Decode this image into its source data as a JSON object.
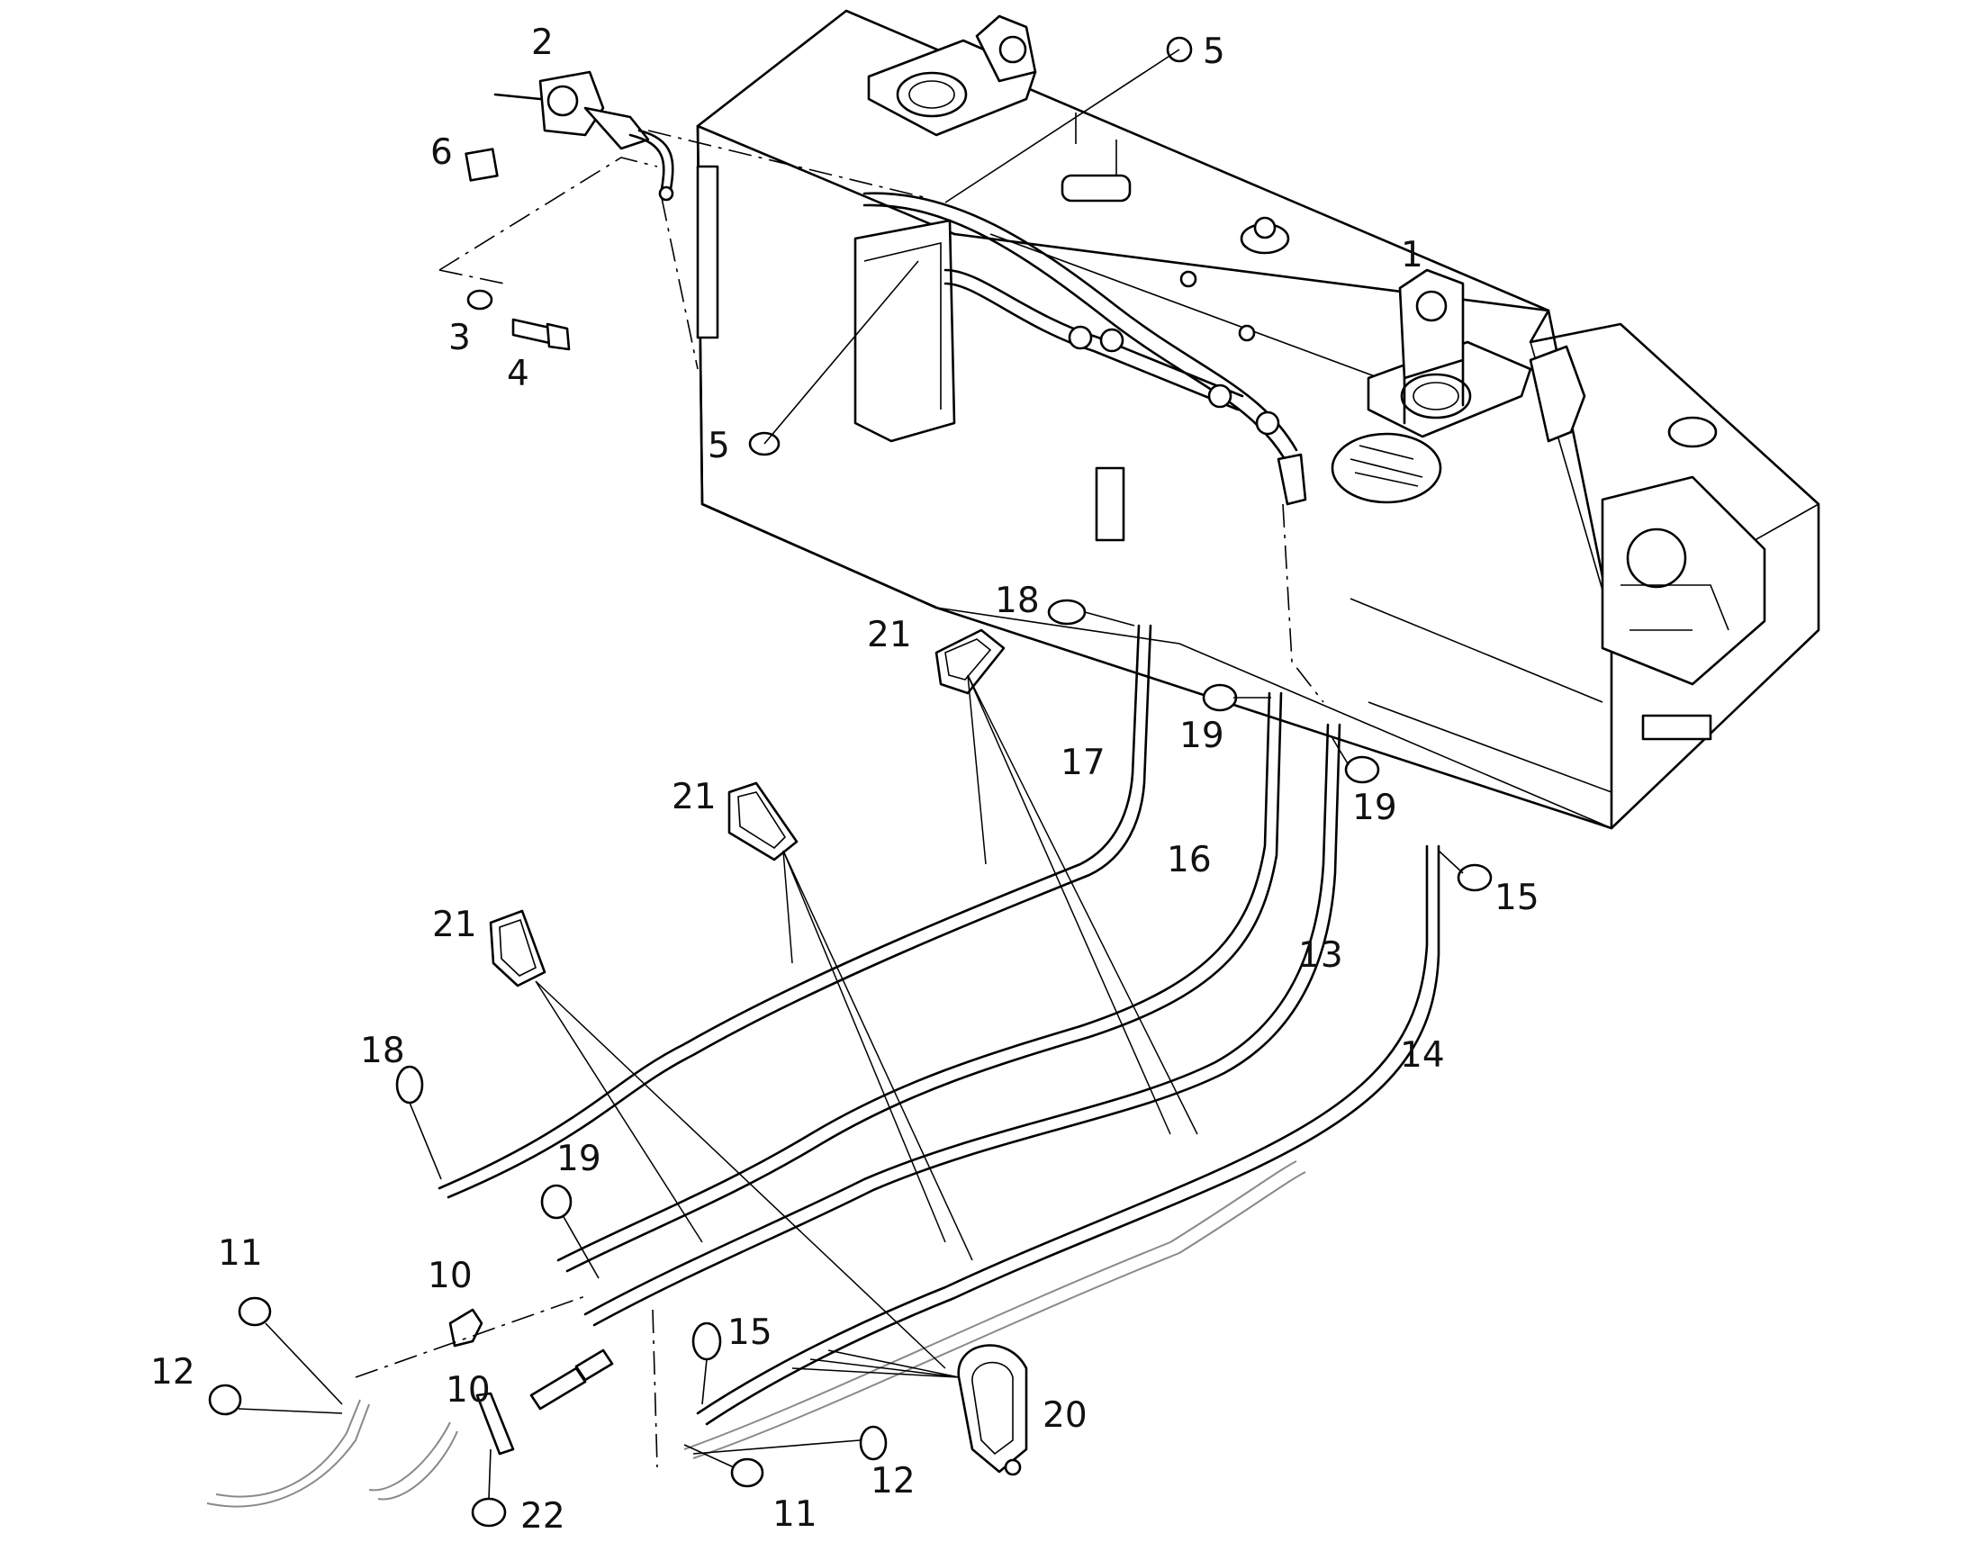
{
  "callouts": {
    "c1": "1",
    "c2": "2",
    "c3": "3",
    "c4": "4",
    "c5a": "5",
    "c5b": "5",
    "c6": "6",
    "c10a": "10",
    "c10b": "10",
    "c11a": "11",
    "c11b": "11",
    "c12a": "12",
    "c12b": "12",
    "c13": "13",
    "c14": "14",
    "c15a": "15",
    "c15b": "15",
    "c16": "16",
    "c17": "17",
    "c18a": "18",
    "c18b": "18",
    "c19a": "19",
    "c19b": "19",
    "c19c": "19",
    "c20": "20",
    "c21a": "21",
    "c21b": "21",
    "c21c": "21",
    "c22": "22"
  },
  "colors": {
    "line": "#000000",
    "ghost": "#8a8a8a",
    "background": "#ffffff"
  }
}
